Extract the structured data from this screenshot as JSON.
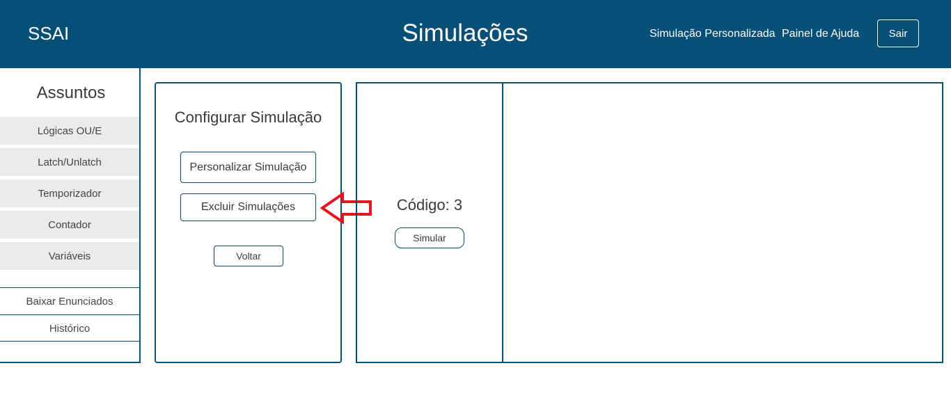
{
  "header": {
    "brand": "SSAI",
    "title": "Simulações",
    "nav": {
      "custom_simulation": "Simulação Personalizada",
      "help_panel": "Painel de Ajuda"
    },
    "logout_label": "Sair"
  },
  "sidebar": {
    "title": "Assuntos",
    "topics": [
      "Lógicas OU/E",
      "Latch/Unlatch",
      "Temporizador",
      "Contador",
      "Variáveis"
    ],
    "links": [
      "Baixar Enunciados",
      "Histórico"
    ]
  },
  "config": {
    "title": "Configurar Simulação",
    "customize_label": "Personalizar Simulação",
    "delete_label": "Excluir Simulações",
    "back_label": "Voltar"
  },
  "simulation": {
    "code_label": "Código: 3",
    "simulate_label": "Simular"
  },
  "colors": {
    "primary": "#064f77",
    "sidebar_item_bg": "#ebebeb",
    "annotation_arrow": "#e8141b"
  }
}
